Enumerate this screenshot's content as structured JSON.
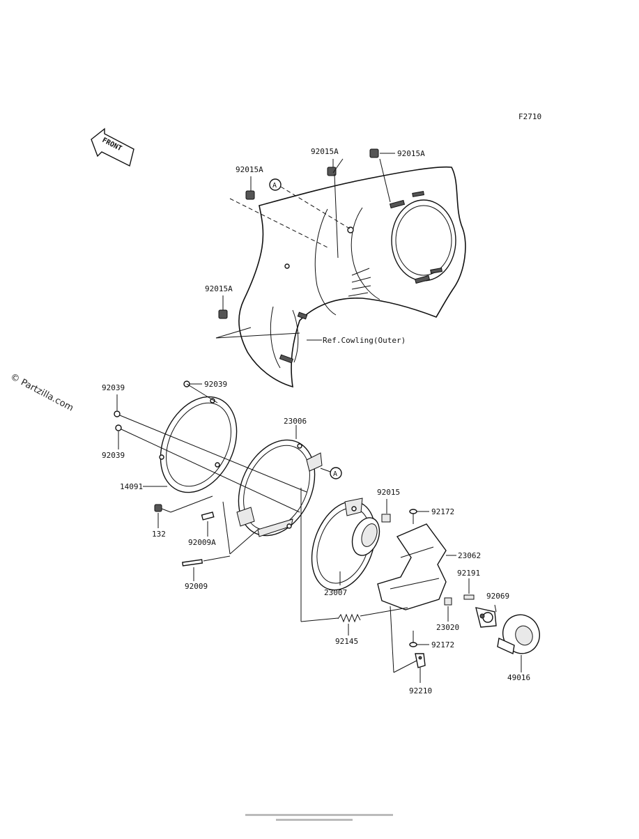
{
  "page_code": "F2710",
  "front_arrow_label": "FRONT",
  "watermark": "© Partzilla.com",
  "ref_label": "Ref.Cowling(Outer)",
  "callout_a": "A",
  "parts": {
    "p92015A_1": "92015A",
    "p92015A_2": "92015A",
    "p92015A_3": "92015A",
    "p92015A_4": "92015A",
    "p92039_1": "92039",
    "p92039_2": "92039",
    "p92039_3": "92039",
    "p23006": "23006",
    "p14091": "14091",
    "p132": "132",
    "p92009A": "92009A",
    "p92009": "92009",
    "p23007": "23007",
    "p92015": "92015",
    "p92172_1": "92172",
    "p92172_2": "92172",
    "p23062": "23062",
    "p92191": "92191",
    "p92069": "92069",
    "p23020": "23020",
    "p92145": "92145",
    "p92210": "92210",
    "p49016": "49016"
  }
}
